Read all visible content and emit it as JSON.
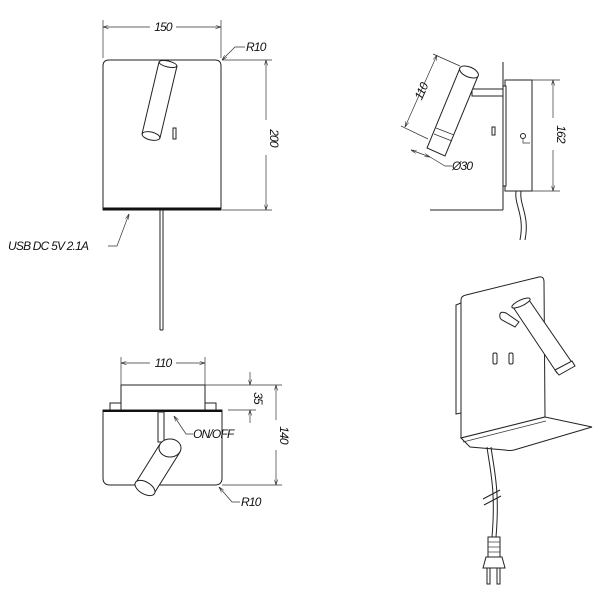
{
  "front_view": {
    "width_dim": "150",
    "radius_label": "R10",
    "height_dim": "200",
    "usb_label": "USB  DC 5V 2.1A"
  },
  "side_view": {
    "lamp_length_dim": "110",
    "lamp_diameter_label": "Ø30",
    "box_height_dim": "162"
  },
  "top_view": {
    "box_width_dim": "110",
    "box_depth_dim": "35",
    "total_depth_dim": "140",
    "switch_label": "ON/OFF",
    "radius_label": "R10"
  }
}
